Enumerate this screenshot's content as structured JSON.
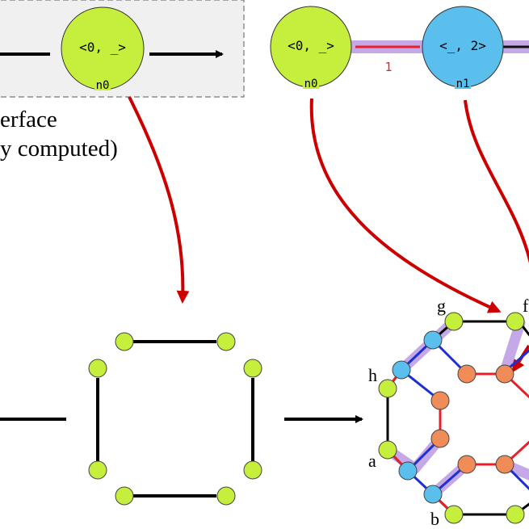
{
  "colors": {
    "lime": "#c6ee3c",
    "blue": "#5bbfee",
    "orange": "#f08c58",
    "red_arrow": "#cc0000",
    "edge_red": "#e8202a",
    "edge_blue": "#1c2fd0",
    "lavender": "#c5a8e8",
    "box_bg": "#f0f0f0"
  },
  "top_left_box": {
    "node_text": "<0, _>",
    "node_id": "n0"
  },
  "interface_caption": {
    "line1": "erface",
    "line2": "y computed)"
  },
  "top_right_graph": {
    "node_a_text": "<0, _>",
    "node_a_id": "n0",
    "node_b_text": "<_, 2>",
    "node_b_id": "n1",
    "edge_label": "1"
  },
  "big_graph_labels": {
    "g": "g",
    "f": "f",
    "h": "h",
    "a": "a",
    "b": "b"
  }
}
